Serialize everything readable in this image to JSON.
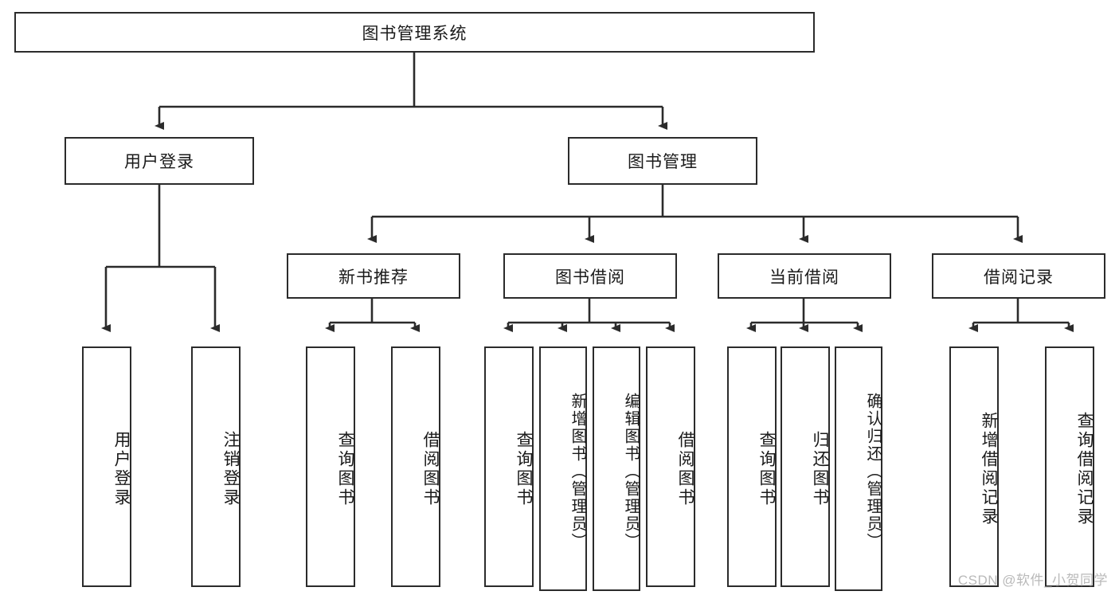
{
  "diagram": {
    "title": "图书管理系统",
    "type": "hierarchy-tree",
    "root": {
      "label": "图书管理系统",
      "children": [
        {
          "label": "用户登录",
          "children": [
            {
              "label": "用户登录"
            },
            {
              "label": "注销登录"
            }
          ]
        },
        {
          "label": "图书管理",
          "children": [
            {
              "label": "新书推荐",
              "children": [
                {
                  "label": "查询图书"
                },
                {
                  "label": "借阅图书"
                }
              ]
            },
            {
              "label": "图书借阅",
              "children": [
                {
                  "label": "查询图书"
                },
                {
                  "label": "新增图书（管理员）"
                },
                {
                  "label": "编辑图书（管理员）"
                },
                {
                  "label": "借阅图书"
                }
              ]
            },
            {
              "label": "当前借阅",
              "children": [
                {
                  "label": "查询图书"
                },
                {
                  "label": "归还图书"
                },
                {
                  "label": "确认归还（管理员）"
                }
              ]
            },
            {
              "label": "借阅记录",
              "children": [
                {
                  "label": "新增借阅记录"
                },
                {
                  "label": "查询借阅记录"
                }
              ]
            }
          ]
        }
      ]
    },
    "nodes": {
      "root": "图书管理系统",
      "user_login": "用户登录",
      "book_mgmt": "图书管理",
      "new_book_rec": "新书推荐",
      "book_borrow": "图书借阅",
      "current_borrow": "当前借阅",
      "borrow_record": "借阅记录",
      "leaf_login": "用户登录",
      "leaf_logout": "注销登录",
      "leaf_query_book_a": "查询图书",
      "leaf_borrow_book_a": "借阅图书",
      "leaf_query_book_b": "查询图书",
      "leaf_add_book": "新增图书（管理员）",
      "leaf_edit_book": "编辑图书（管理员）",
      "leaf_borrow_book_b": "借阅图书",
      "leaf_query_book_c": "查询图书",
      "leaf_return_book": "归还图书",
      "leaf_confirm_return": "确认归还（管理员）",
      "leaf_add_record": "新增借阅记录",
      "leaf_query_record": "查询借阅记录"
    },
    "watermark": "CSDN @软件_小贺同学",
    "colors": {
      "stroke": "#2b2b2b",
      "fill": "#ffffff",
      "text": "#1a1a1a",
      "watermark": "#b9b9b9"
    }
  }
}
